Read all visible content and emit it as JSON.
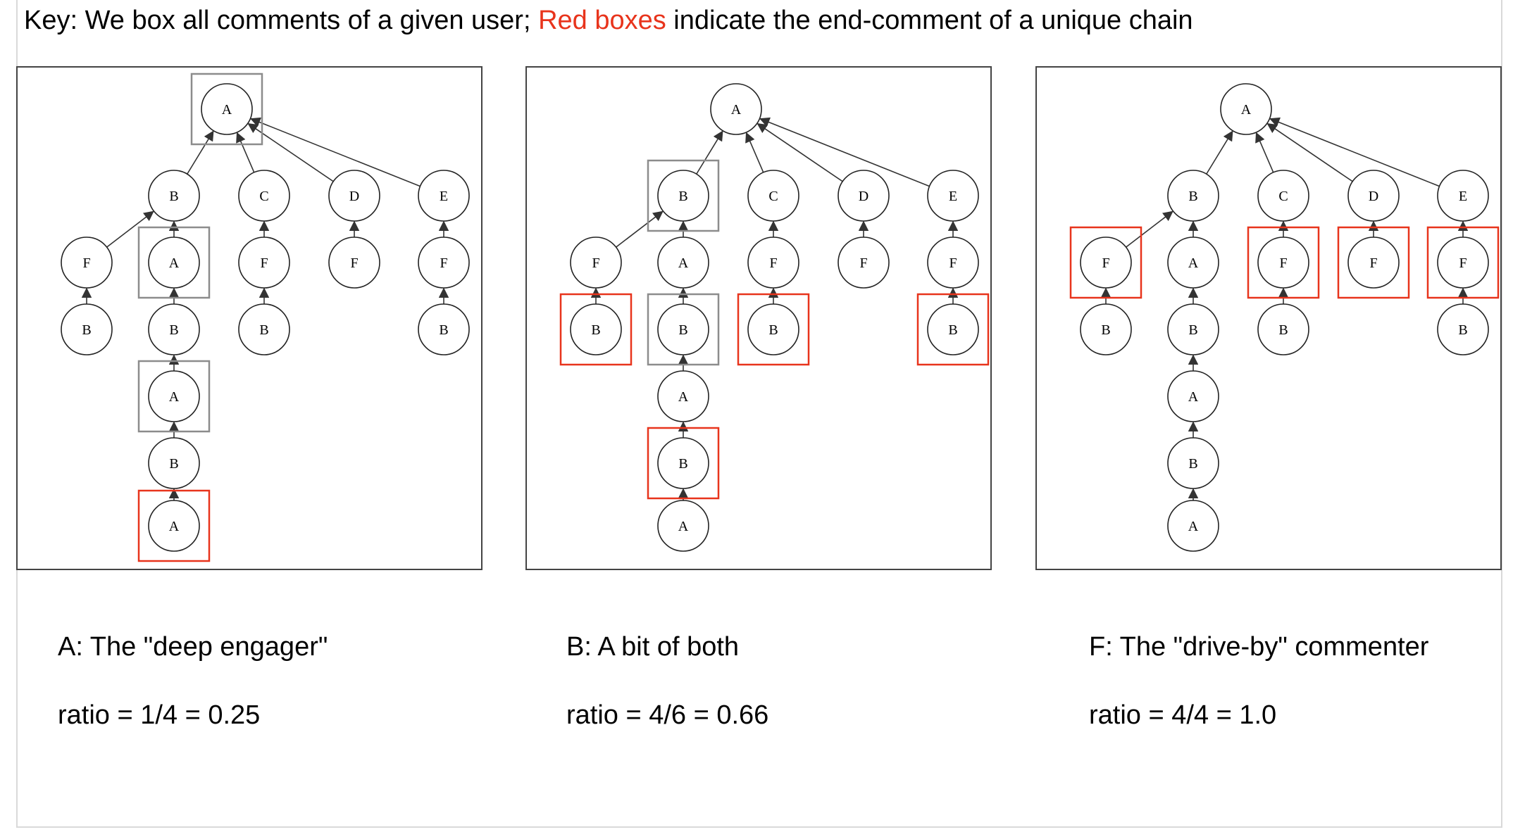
{
  "key": {
    "prefix": "Key: We box all comments of a given user; ",
    "highlight": "Red boxes",
    "suffix": " indicate the end-comment of a unique chain"
  },
  "colors": {
    "end_chain_box": "#e8341c",
    "user_box": "#8c8c8c",
    "node_stroke": "#222222",
    "edge": "#333333"
  },
  "panels": [
    {
      "id": "A",
      "caption_title": "A: The \"deep engager\"",
      "caption_ratio": "ratio = 1/4 = 0.25",
      "nodes": [
        {
          "id": "n0",
          "label": "A",
          "box": "gray"
        },
        {
          "id": "n1",
          "label": "B"
        },
        {
          "id": "n2",
          "label": "C"
        },
        {
          "id": "n3",
          "label": "D"
        },
        {
          "id": "n4",
          "label": "E"
        },
        {
          "id": "n5",
          "label": "F"
        },
        {
          "id": "n6",
          "label": "A",
          "box": "gray"
        },
        {
          "id": "n7",
          "label": "F"
        },
        {
          "id": "n8",
          "label": "F"
        },
        {
          "id": "n9",
          "label": "F"
        },
        {
          "id": "n10",
          "label": "B"
        },
        {
          "id": "n11",
          "label": "B"
        },
        {
          "id": "n12",
          "label": "B"
        },
        {
          "id": "n13",
          "label": "B"
        },
        {
          "id": "n14",
          "label": "A",
          "box": "gray"
        },
        {
          "id": "n15",
          "label": "B"
        },
        {
          "id": "n16",
          "label": "A",
          "box": "red"
        }
      ]
    },
    {
      "id": "B",
      "caption_title": "B: A bit of both",
      "caption_ratio": "ratio = 4/6 = 0.66",
      "nodes": [
        {
          "id": "n0",
          "label": "A"
        },
        {
          "id": "n1",
          "label": "B",
          "box": "gray"
        },
        {
          "id": "n2",
          "label": "C"
        },
        {
          "id": "n3",
          "label": "D"
        },
        {
          "id": "n4",
          "label": "E"
        },
        {
          "id": "n5",
          "label": "F"
        },
        {
          "id": "n6",
          "label": "A"
        },
        {
          "id": "n7",
          "label": "F"
        },
        {
          "id": "n8",
          "label": "F"
        },
        {
          "id": "n9",
          "label": "F"
        },
        {
          "id": "n10",
          "label": "B",
          "box": "red"
        },
        {
          "id": "n11",
          "label": "B",
          "box": "gray"
        },
        {
          "id": "n12",
          "label": "B",
          "box": "red"
        },
        {
          "id": "n13",
          "label": "B",
          "box": "red"
        },
        {
          "id": "n14",
          "label": "A"
        },
        {
          "id": "n15",
          "label": "B",
          "box": "red"
        },
        {
          "id": "n16",
          "label": "A"
        }
      ]
    },
    {
      "id": "F",
      "caption_title": "F: The \"drive-by\" commenter",
      "caption_ratio": "ratio = 4/4 = 1.0",
      "nodes": [
        {
          "id": "n0",
          "label": "A"
        },
        {
          "id": "n1",
          "label": "B"
        },
        {
          "id": "n2",
          "label": "C"
        },
        {
          "id": "n3",
          "label": "D"
        },
        {
          "id": "n4",
          "label": "E"
        },
        {
          "id": "n5",
          "label": "F",
          "box": "red"
        },
        {
          "id": "n6",
          "label": "A"
        },
        {
          "id": "n7",
          "label": "F",
          "box": "red"
        },
        {
          "id": "n8",
          "label": "F",
          "box": "red"
        },
        {
          "id": "n9",
          "label": "F",
          "box": "red"
        },
        {
          "id": "n10",
          "label": "B"
        },
        {
          "id": "n11",
          "label": "B"
        },
        {
          "id": "n12",
          "label": "B"
        },
        {
          "id": "n13",
          "label": "B"
        },
        {
          "id": "n14",
          "label": "A"
        },
        {
          "id": "n15",
          "label": "B"
        },
        {
          "id": "n16",
          "label": "A"
        }
      ]
    }
  ],
  "edges": [
    {
      "from": "n1",
      "to": "n0"
    },
    {
      "from": "n2",
      "to": "n0"
    },
    {
      "from": "n3",
      "to": "n0"
    },
    {
      "from": "n4",
      "to": "n0"
    },
    {
      "from": "n5",
      "to": "n1"
    },
    {
      "from": "n6",
      "to": "n1"
    },
    {
      "from": "n7",
      "to": "n2"
    },
    {
      "from": "n8",
      "to": "n3"
    },
    {
      "from": "n9",
      "to": "n4"
    },
    {
      "from": "n10",
      "to": "n5"
    },
    {
      "from": "n11",
      "to": "n6"
    },
    {
      "from": "n12",
      "to": "n7"
    },
    {
      "from": "n13",
      "to": "n9"
    },
    {
      "from": "n14",
      "to": "n11"
    },
    {
      "from": "n15",
      "to": "n14"
    },
    {
      "from": "n16",
      "to": "n15"
    }
  ]
}
